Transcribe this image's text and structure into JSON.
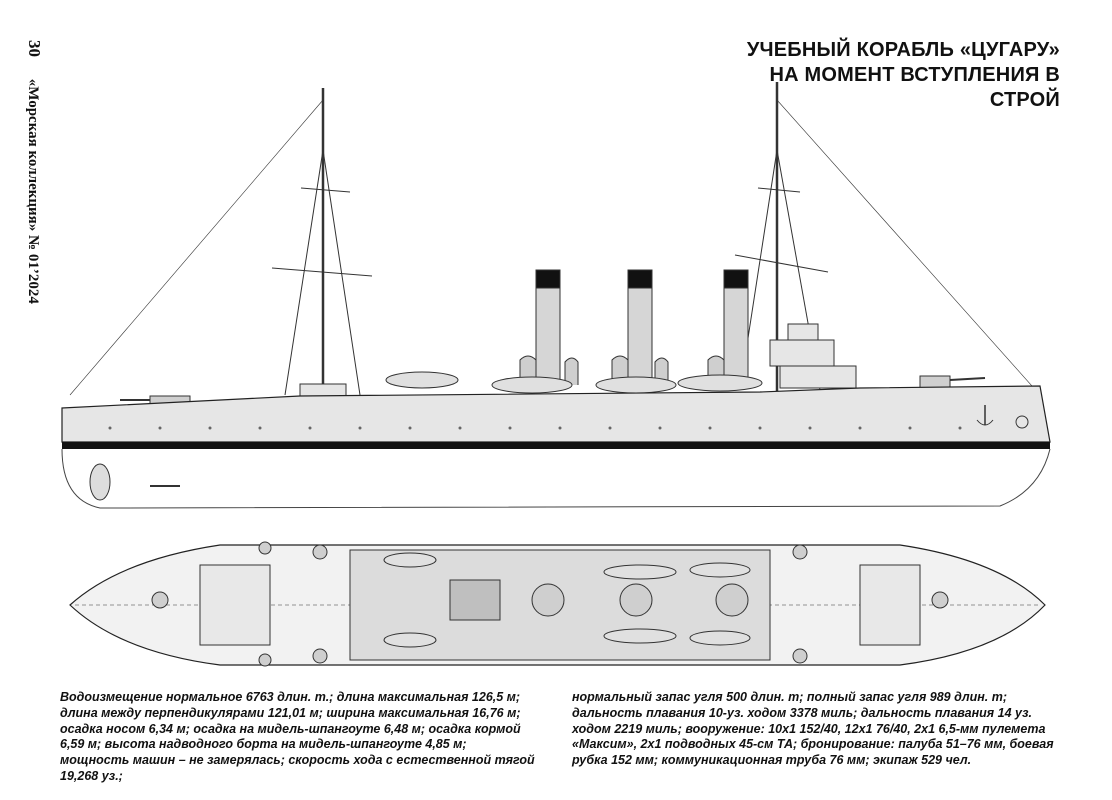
{
  "page": {
    "number": "30",
    "journal": "«Морская коллекция» № 01’2024"
  },
  "title": {
    "line1": "УЧЕБНЫЙ КОРАБЛЬ «ЦУГАРУ»",
    "line2": "НА МОМЕНТ ВСТУПЛЕНИЯ В",
    "line3": "СТРОЙ"
  },
  "drawing": {
    "side_view": "profile",
    "top_view": "deck plan",
    "hull_color": "#e6e6e6",
    "waterline_color": "#111111",
    "line_color": "#333333"
  },
  "caption": {
    "left": "Водоизмещение нормальное 6763 длин. т.; длина максимальная 126,5 м; длина между перпендикулярами 121,01 м; ширина максимальная 16,76 м; осадка носом 6,34 м; осадка на мидель-шпангоуте 6,48 м; осадка кормой 6,59 м; высота надводного борта на мидель-шпангоуте 4,85 м; мощность машин – не замерялась; скорость хода с естественной тягой 19,268 уз.;",
    "right": "нормальный запас угля 500 длин. т; полный запас угля 989 длин. т; дальность плавания 10-уз. ходом 3378 миль; дальность плавания 14 уз. ходом 2219 миль; вооружение: 10х1 152/40, 12х1 76/40, 2х1 6,5-мм пулемета «Максим», 2х1 подводных 45-см ТА; бронирование: палуба 51–76 мм, боевая рубка 152 мм; коммуникационная труба 76 мм; экипаж 529 чел."
  }
}
